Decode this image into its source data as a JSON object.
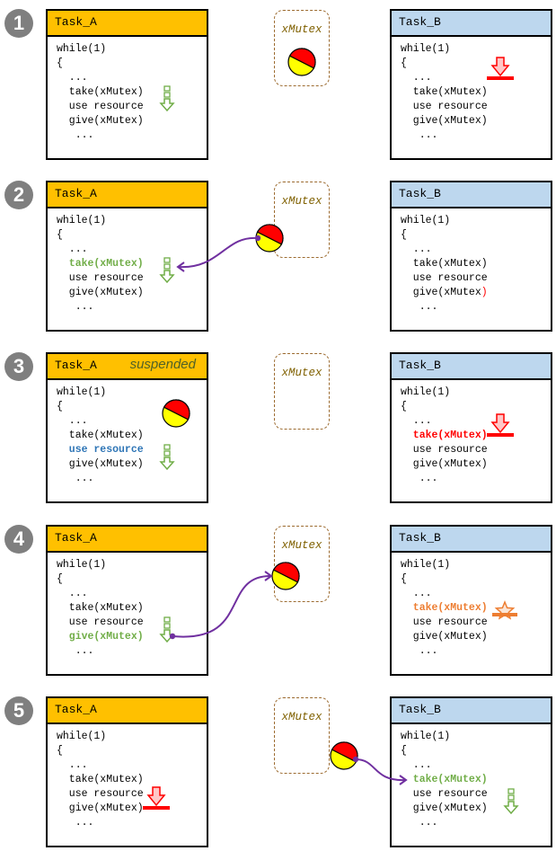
{
  "steps": [
    {
      "number": "1",
      "task_a": {
        "name": "Task_A",
        "status": "",
        "lines": [
          "while(1)",
          "{",
          "  ...",
          "  take(xMutex)",
          "  use resource",
          "  give(xMutex)",
          "   ..."
        ]
      },
      "mutex_label": "xMutex",
      "task_b": {
        "name": "Task_B",
        "lines": [
          "while(1)",
          "{",
          "  ...",
          "  take(xMutex)",
          "  use resource",
          "  give(xMutex)",
          "   ..."
        ]
      }
    },
    {
      "number": "2",
      "task_a": {
        "name": "Task_A",
        "status": "",
        "lines": [
          "while(1)",
          "{",
          "  ...",
          "  take(xMutex)",
          "  use resource",
          "  give(xMutex)",
          "   ..."
        ]
      },
      "mutex_label": "xMutex",
      "task_b": {
        "name": "Task_B",
        "lines": [
          "while(1)",
          "{",
          "  ...",
          "  take(xMutex)",
          "  use resource",
          "  give(xMutex)",
          "   ..."
        ]
      }
    },
    {
      "number": "3",
      "task_a": {
        "name": "Task_A",
        "status": "suspended",
        "lines": [
          "while(1)",
          "{",
          "  ...",
          "  take(xMutex)",
          "  use resource",
          "  give(xMutex)",
          "   ..."
        ]
      },
      "mutex_label": "xMutex",
      "task_b": {
        "name": "Task_B",
        "lines": [
          "while(1)",
          "{",
          "  ...",
          "  take(xMutex)",
          "  use resource",
          "  give(xMutex)",
          "   ..."
        ]
      }
    },
    {
      "number": "4",
      "task_a": {
        "name": "Task_A",
        "status": "",
        "lines": [
          "while(1)",
          "{",
          "  ...",
          "  take(xMutex)",
          "  use resource",
          "  give(xMutex)",
          "   ..."
        ]
      },
      "mutex_label": "xMutex",
      "task_b": {
        "name": "Task_B",
        "lines": [
          "while(1)",
          "{",
          "  ...",
          "  take(xMutex)",
          "  use resource",
          "  give(xMutex)",
          "   ..."
        ]
      }
    },
    {
      "number": "5",
      "task_a": {
        "name": "Task_A",
        "status": "",
        "lines": [
          "while(1)",
          "{",
          "  ...",
          "  take(xMutex)",
          "  use resource",
          "  give(xMutex)",
          "   ..."
        ]
      },
      "mutex_label": "xMutex",
      "task_b": {
        "name": "Task_B",
        "lines": [
          "while(1)",
          "{",
          "  ...",
          "  take(xMutex)",
          "  use resource",
          "  give(xMutex)",
          "   ..."
        ]
      }
    }
  ],
  "colors": {
    "task_a_header": "#ffc000",
    "task_b_header": "#bdd7ee",
    "badge": "#7f7f7f",
    "mutex_border": "#9c6b30",
    "mutex_label": "#7f6000",
    "token_red": "#ff0000",
    "token_yellow": "#ffff00",
    "highlight_green": "#70ad47",
    "highlight_blue": "#2e75b6",
    "highlight_red": "#ff0000",
    "highlight_orange": "#ed7d31",
    "transfer_arrow": "#7030a0",
    "suspended_label": "#4f6228"
  },
  "highlights": [
    {
      "step": 2,
      "task": "a",
      "line": 3,
      "color": "#70ad47"
    },
    {
      "step": 2,
      "task": "b",
      "line": 5,
      "color": "#ff0000",
      "scope": "closing-paren"
    },
    {
      "step": 3,
      "task": "a",
      "line": 4,
      "color": "#2e75b6"
    },
    {
      "step": 3,
      "task": "b",
      "line": 3,
      "color": "#ff0000"
    },
    {
      "step": 4,
      "task": "a",
      "line": 5,
      "color": "#70ad47"
    },
    {
      "step": 4,
      "task": "b",
      "line": 3,
      "color": "#ed7d31"
    },
    {
      "step": 5,
      "task": "b",
      "line": 3,
      "color": "#70ad47"
    }
  ],
  "markers": [
    {
      "step": 1,
      "task": "a",
      "icon": "running-arrow-icon"
    },
    {
      "step": 1,
      "task": "b",
      "icon": "blocked-arrow-icon"
    },
    {
      "step": 2,
      "task": "a",
      "icon": "running-arrow-icon"
    },
    {
      "step": 3,
      "task": "a",
      "icon": "running-arrow-icon"
    },
    {
      "step": 3,
      "task": "b",
      "icon": "blocked-arrow-icon"
    },
    {
      "step": 4,
      "task": "a",
      "icon": "running-arrow-icon"
    },
    {
      "step": 4,
      "task": "b",
      "icon": "wakeup-star-icon"
    },
    {
      "step": 5,
      "task": "a",
      "icon": "blocked-arrow-icon"
    },
    {
      "step": 5,
      "task": "b",
      "icon": "running-arrow-icon"
    }
  ],
  "tokens": [
    {
      "step": 1,
      "location": "mutex"
    },
    {
      "step": 2,
      "location": "in-transit-to-task-a"
    },
    {
      "step": 3,
      "location": "task-a"
    },
    {
      "step": 4,
      "location": "mutex"
    },
    {
      "step": 5,
      "location": "in-transit-to-task-b"
    }
  ],
  "transfers": [
    {
      "step": 2,
      "from": "mutex",
      "to": "task-a"
    },
    {
      "step": 4,
      "from": "task-a",
      "to": "mutex"
    },
    {
      "step": 5,
      "from": "mutex",
      "to": "task-b"
    }
  ]
}
